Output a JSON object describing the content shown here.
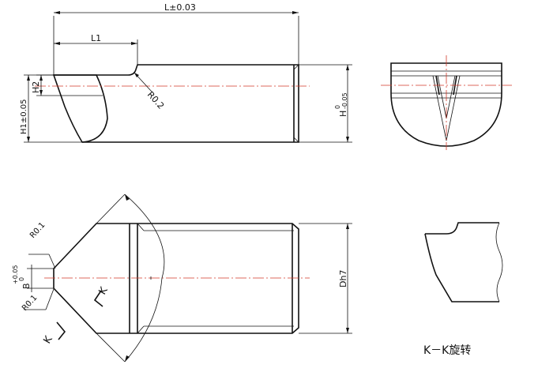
{
  "colors": {
    "outline": "#111111",
    "centerline": "#d23a2a",
    "background": "#ffffff"
  },
  "dimensions": {
    "length_total": "L±0.03",
    "length_1": "L1",
    "radius_top": "R0.2",
    "h1": "H1±0.05",
    "h2": "H2",
    "h_tol_main": "H",
    "h_tol_upper": "0",
    "h_tol_lower": "-0.05",
    "r_upper": "R0.1",
    "r_lower": "R0.1",
    "b_main": "B",
    "b_tol_upper": "+0.05",
    "b_tol_lower": "0",
    "dh7": "Dh7",
    "section_label": "K",
    "section_label_left": "K"
  },
  "section_view": {
    "title": "K－K旋转"
  }
}
